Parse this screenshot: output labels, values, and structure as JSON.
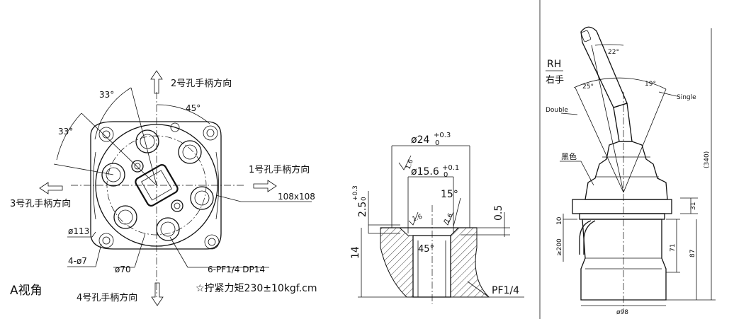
{
  "view_a": {
    "view_label": "A视角",
    "dir_1": "1号孔手柄方向",
    "dir_2": "2号孔手柄方向",
    "dir_3": "3号孔手柄方向",
    "dir_4": "4号孔手柄方向",
    "angle_33_top": "33°",
    "angle_33_left": "33°",
    "angle_45": "45°",
    "dim_108": "108x108",
    "dim_113": "ø113",
    "dim_holes": "4-ø7",
    "dim_70": "ø70",
    "port_spec": "6-PF1/4 DP14",
    "torque": "☆拧紧力矩230±10kgf.cm"
  },
  "port_detail": {
    "dia_24": "ø24",
    "dia_24_tol_upper": "+0.3",
    "dia_24_tol_lower": "0",
    "dia_15": "ø15.6",
    "dia_15_tol_upper": "+0.1",
    "dia_15_tol_lower": "0",
    "angle_15": "15°",
    "angle_45": "45°",
    "depth_25": "2.5",
    "depth_25_tol_upper": "+0.3",
    "depth_25_tol_lower": "0",
    "dim_05": "0.5",
    "dim_14": "14",
    "rough_1": "1.6",
    "rough_2": "1.6",
    "rough_3": "1.6",
    "thread": "PF1/4"
  },
  "side_view": {
    "rh": "RH",
    "rh_cn": "右手",
    "angle_22": "22°",
    "angle_25": "25°",
    "angle_19": "19°",
    "single": "Single",
    "double": "Double",
    "color_black": "黑色",
    "dim_340": "(340)",
    "dim_31": "31",
    "dim_10": "10",
    "dim_200": "≥200",
    "dim_71": "71",
    "dim_87": "87",
    "dim_98": "ø98"
  }
}
